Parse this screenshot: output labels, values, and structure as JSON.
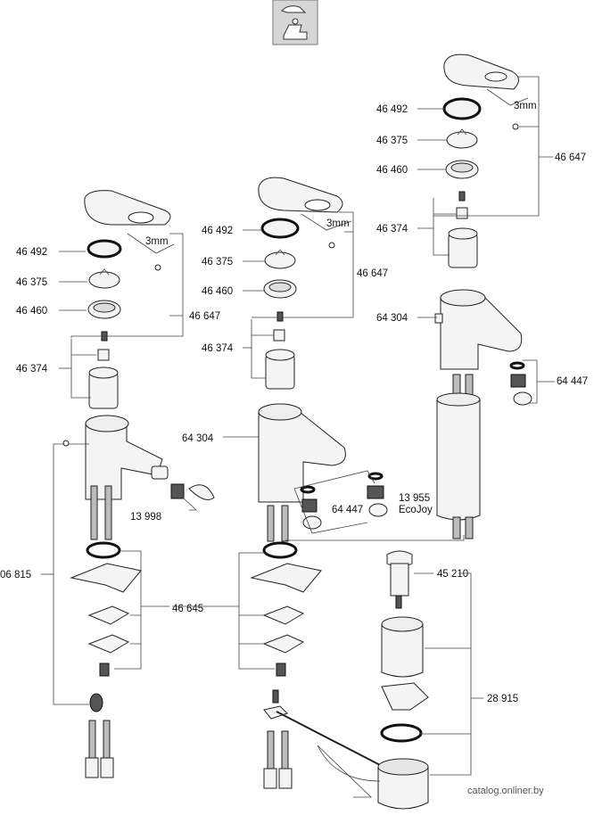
{
  "watermark": "catalog.onliner.by",
  "icon": "faucet-icon",
  "left_column": {
    "labels": [
      "46 492",
      "46 375",
      "46 460",
      "46 374",
      "06 815",
      "13 998"
    ],
    "bracket_label": "46 647",
    "bracket_low": "46 645"
  },
  "middle_column": {
    "labels": [
      "46 492",
      "46 375",
      "46 460",
      "46 374",
      "64 304",
      "64 447"
    ],
    "bracket_label": "46 647",
    "ecojoy_code": "13 955",
    "ecojoy_name": "EcoJoy"
  },
  "right_column": {
    "labels": [
      "46 492",
      "46 375",
      "46 460",
      "46 374",
      "64 304",
      "64 447"
    ],
    "bracket_label": "46 647"
  },
  "waste": {
    "plug": "45 210",
    "set": "28 915"
  },
  "hex_key": "3mm"
}
